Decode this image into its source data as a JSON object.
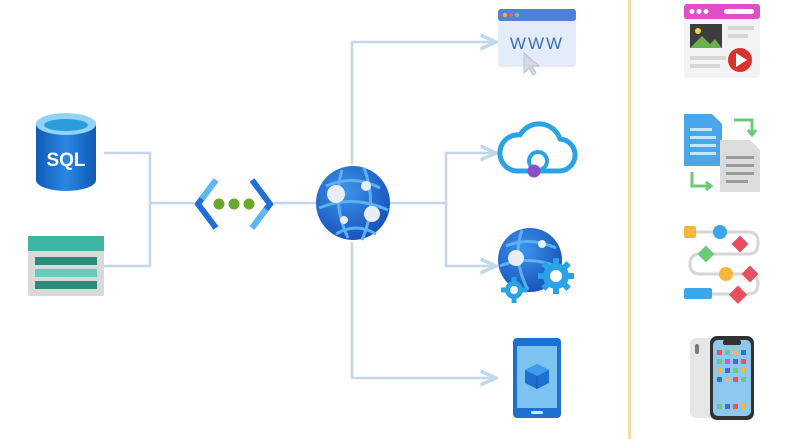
{
  "diagram": {
    "colors": {
      "connector": "#c4d7ea",
      "divider": "#f2dba6",
      "azure_blue": "#1f6fd6",
      "azure_light": "#5ab8f2",
      "green_dot": "#6aa82c",
      "storage_teal": "#2c8a7a"
    },
    "nodes": [
      {
        "id": "sql-database",
        "icon": "sql-database-icon",
        "label": "SQL"
      },
      {
        "id": "storage-account",
        "icon": "storage-table-icon"
      },
      {
        "id": "virtual-network",
        "icon": "virtual-network-icon"
      },
      {
        "id": "app-service",
        "icon": "globe-app-service-icon"
      },
      {
        "id": "web-app",
        "icon": "browser-www-icon",
        "label": "WWW"
      },
      {
        "id": "api-app",
        "icon": "cloud-api-icon"
      },
      {
        "id": "configuration",
        "icon": "globe-gears-icon"
      },
      {
        "id": "mobile-app",
        "icon": "mobile-cube-icon"
      }
    ],
    "sidebar": [
      {
        "icon": "media-browser-icon"
      },
      {
        "icon": "document-sync-icon"
      },
      {
        "icon": "workflow-icon"
      },
      {
        "icon": "smartphone-apps-icon"
      }
    ]
  }
}
